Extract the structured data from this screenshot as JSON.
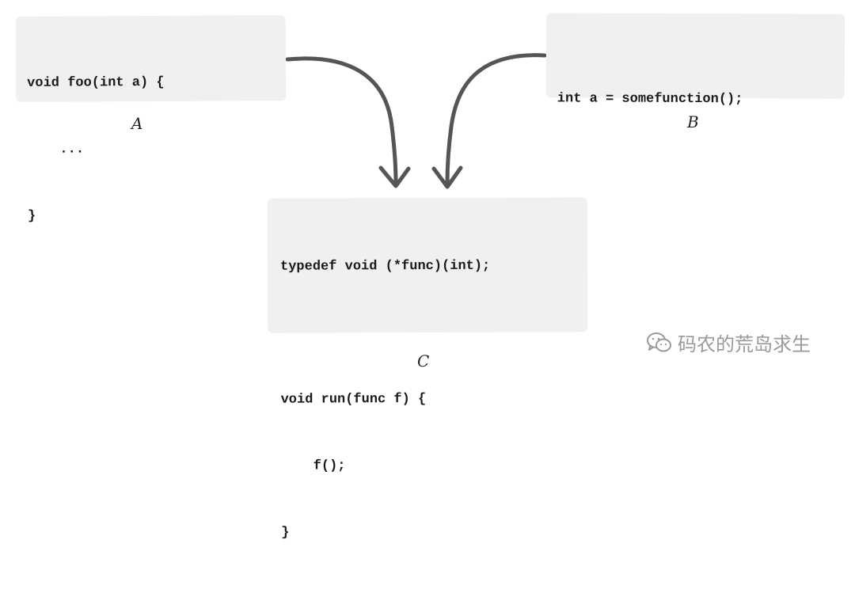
{
  "boxes": {
    "a": {
      "lines": [
        "void foo(int a) {",
        "    ...",
        "}"
      ],
      "label": "A"
    },
    "b": {
      "lines": [
        "int a = somefunction();"
      ],
      "label": "B"
    },
    "c": {
      "lines": [
        "typedef void (*func)(int);",
        "",
        "void run(func f) {",
        "    f();",
        "}"
      ],
      "label": "C"
    }
  },
  "watermark": {
    "text": "码农的荒岛求生",
    "icon": "wechat-icon"
  },
  "colors": {
    "box_fill": "#f0f0f0",
    "arrow": "#555555",
    "code_text": "#1a1a1a",
    "watermark": "#9a9a9a"
  }
}
